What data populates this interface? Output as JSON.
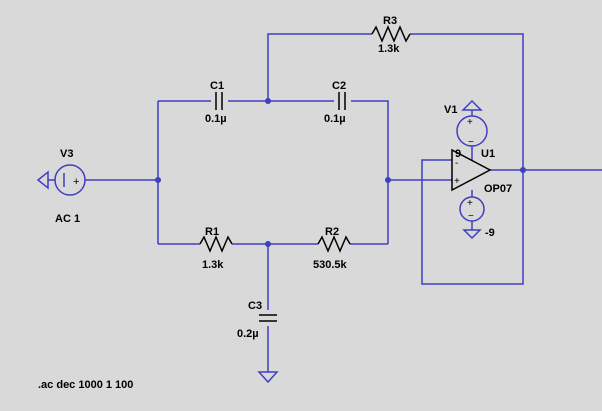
{
  "components": {
    "R3": {
      "name": "R3",
      "value": "1.3k"
    },
    "C1": {
      "name": "C1",
      "value": "0.1µ"
    },
    "C2": {
      "name": "C2",
      "value": "0.1µ"
    },
    "R1": {
      "name": "R1",
      "value": "1.3k"
    },
    "R2": {
      "name": "R2",
      "value": "530.5k"
    },
    "C3": {
      "name": "C3",
      "value": "0.2µ"
    },
    "V1": {
      "name": "V1"
    },
    "V3": {
      "name": "V3",
      "value": "AC 1"
    },
    "U1": {
      "name": "U1",
      "model": "OP07"
    }
  },
  "supply": {
    "positive": "9",
    "negative": "-9"
  },
  "directive": ".ac dec 1000 1 100",
  "colors": {
    "background": "#d9d9d9",
    "wire": "#3f3fbf",
    "component": "#000000"
  }
}
